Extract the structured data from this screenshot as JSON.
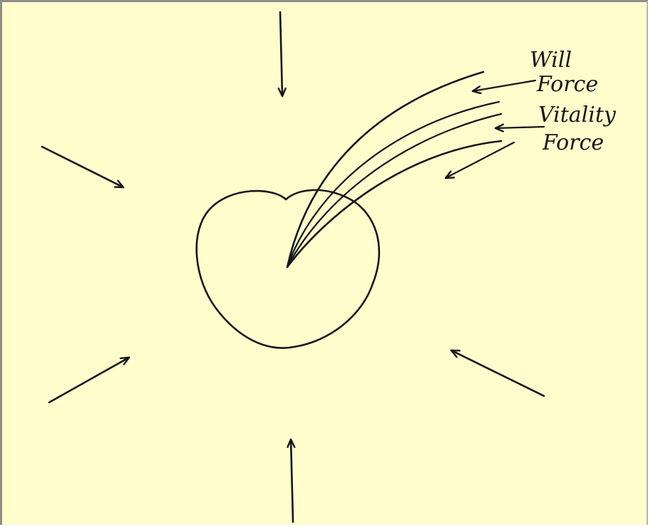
{
  "labels": {
    "will_line1": "Will",
    "will_line2": "Force",
    "vitality_line1": "Vitality",
    "vitality_line2": "Force"
  },
  "colors": {
    "paper": "#FFFDCC",
    "ink": "#161616",
    "frame": "#8e8e8e"
  }
}
